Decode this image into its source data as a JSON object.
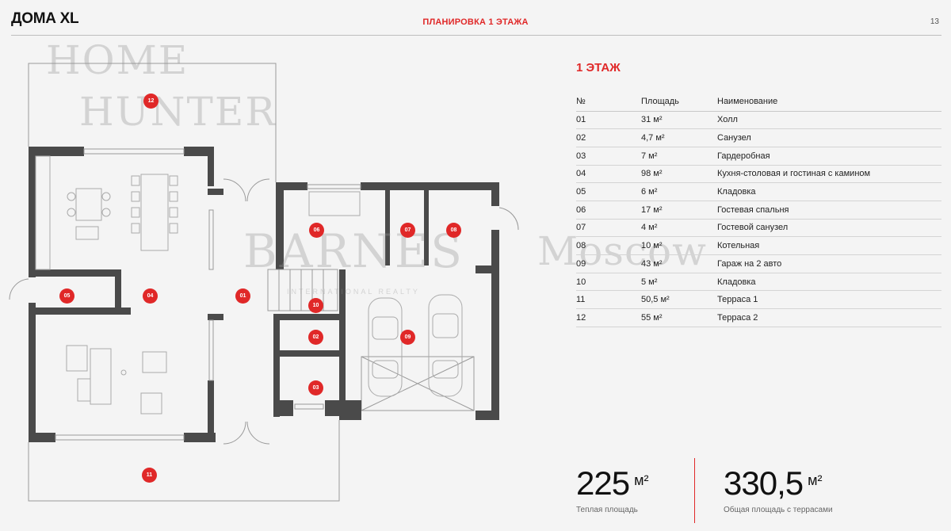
{
  "header": {
    "brand": "ДОМА XL",
    "section": "ПЛАНИРОВКА 1 ЭТАЖА",
    "page": "13"
  },
  "watermarks": {
    "home": "HOME",
    "hunter": "HUNTER",
    "barnes": "BARNES",
    "moscow": "Moscow",
    "international": "INTERNATIONAL REALTY"
  },
  "floor": {
    "title": "1 ЭТАЖ",
    "columns": {
      "no": "№",
      "area": "Площадь",
      "name": "Наименование"
    },
    "rooms": [
      {
        "no": "01",
        "area": "31 м²",
        "name": "Холл"
      },
      {
        "no": "02",
        "area": "4,7 м²",
        "name": "Санузел"
      },
      {
        "no": "03",
        "area": "7 м²",
        "name": "Гардеробная"
      },
      {
        "no": "04",
        "area": "98 м²",
        "name": "Кухня-столовая и гостиная с камином"
      },
      {
        "no": "05",
        "area": "6 м²",
        "name": "Кладовка"
      },
      {
        "no": "06",
        "area": "17 м²",
        "name": "Гостевая спальня"
      },
      {
        "no": "07",
        "area": "4 м²",
        "name": "Гостевой санузел"
      },
      {
        "no": "08",
        "area": "10 м²",
        "name": "Котельная"
      },
      {
        "no": "09",
        "area": "43 м²",
        "name": "Гараж на 2 авто"
      },
      {
        "no": "10",
        "area": "5 м²",
        "name": "Кладовка"
      },
      {
        "no": "11",
        "area": "50,5 м²",
        "name": "Терраса 1"
      },
      {
        "no": "12",
        "area": "55 м²",
        "name": "Терраса 2"
      }
    ]
  },
  "stats": {
    "warm": {
      "value": "225",
      "unit": "м²",
      "caption": "Теплая площадь"
    },
    "total": {
      "value": "330,5",
      "unit": "м²",
      "caption": "Общая площадь с террасами"
    }
  },
  "plan_markers": [
    "12",
    "06",
    "07",
    "08",
    "05",
    "04",
    "01",
    "10",
    "02",
    "09",
    "03",
    "11"
  ],
  "colors": {
    "accent": "#e02828",
    "wall": "#4a4a4a",
    "background": "#f4f4f4"
  }
}
